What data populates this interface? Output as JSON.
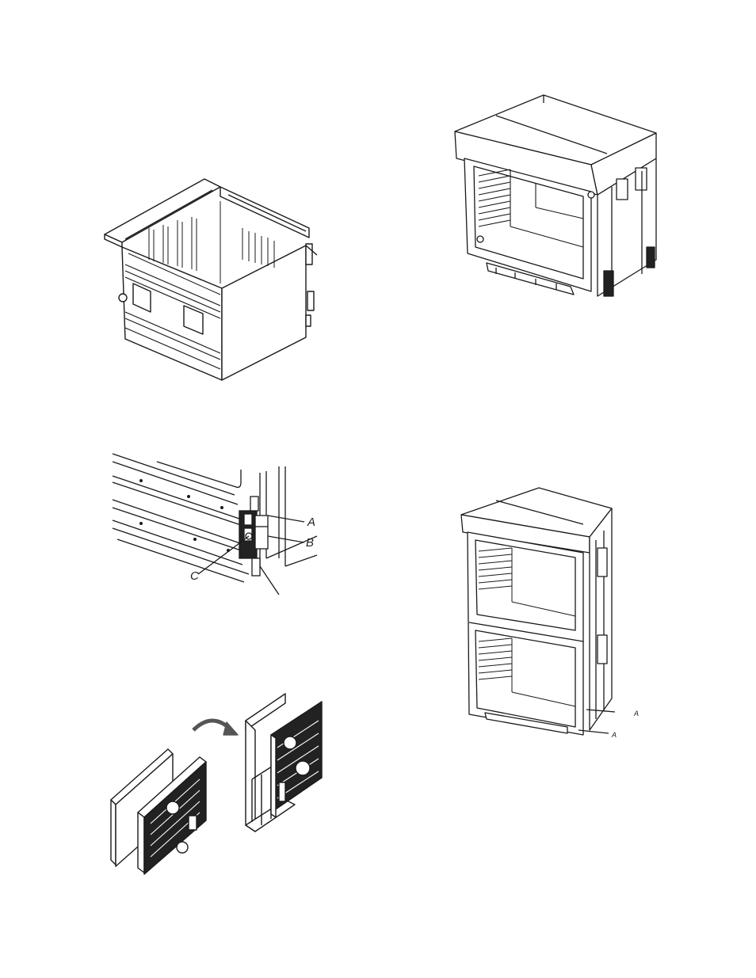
{
  "figures": {
    "oven_chassis_open_top": {},
    "hinge_bracket_detail": {
      "callouts": {
        "a": "A",
        "b": "B",
        "c": "C"
      }
    },
    "insulation_block_assembly": {},
    "single_wall_oven": {},
    "double_wall_oven": {
      "callouts": {
        "a_upper": "A",
        "a_lower": "A"
      }
    }
  },
  "colors": {
    "line": "#1a1a1a",
    "fill_dark": "#222222",
    "fill_light": "#ffffff"
  }
}
